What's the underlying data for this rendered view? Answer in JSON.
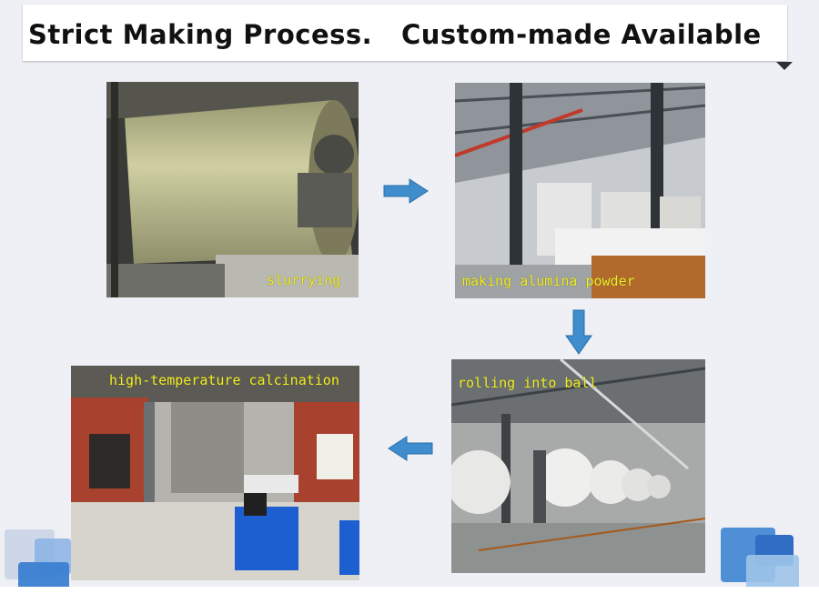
{
  "header": {
    "title": "Strict Making Process.   Custom-made Available"
  },
  "steps": [
    {
      "caption": "slurrying"
    },
    {
      "caption": "making alumina powder"
    },
    {
      "caption": "rolling into ball"
    },
    {
      "caption": "high-temperature calcination"
    }
  ],
  "colors": {
    "arrow": "#3f8dcc",
    "caption": "#f3ef1d",
    "deco_blue": "#3b7fd1"
  }
}
